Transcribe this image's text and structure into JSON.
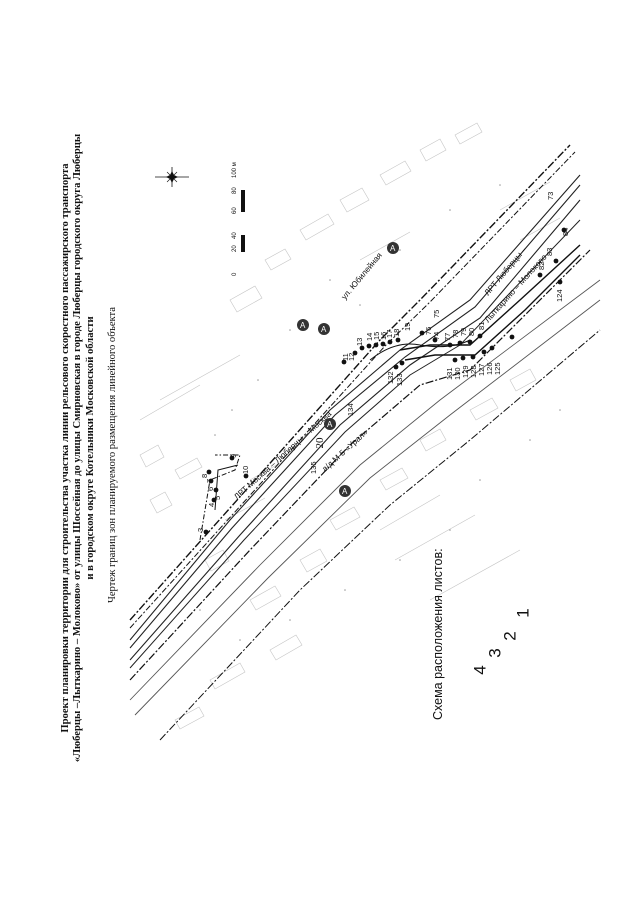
{
  "page_number": "20",
  "title": {
    "line1": "Проект планировки территории для строительства участка линии рельсового скоростного пассажирского транспорта",
    "line2": "«Люберцы –Лыткарино – Молоково» от улицы Шоссейная до улицы Смирновская в городе Люберцы городского округа Люберцы",
    "line3": "и в городском округе Котельники Московской области",
    "subtitle": "Чертеж границ зон планируемого размещения линейного объекта"
  },
  "scale_bar": {
    "ticks": [
      "0",
      "20",
      "40",
      "60",
      "80",
      "100 м"
    ]
  },
  "labels": {
    "street_yubileynaya": "ул. Юбилейная",
    "rail_moscow": "ЛРТ Москва – Люберцы – Москва",
    "rail_lyubertsy": "ЛРТ Люберцы –",
    "rail_lytkarino": "Лыткарино – Молоково",
    "highway_m5": "а/д М-5 «Урал»",
    "marker": "А"
  },
  "points": {
    "upper_left": [
      "3",
      "4",
      "5",
      "6",
      "7",
      "8",
      "9",
      "10"
    ],
    "upper_mid": [
      "11",
      "12",
      "13",
      "14",
      "15",
      "16",
      "17",
      "18",
      "19"
    ],
    "upper_right": [
      "73",
      "74",
      "75",
      "76",
      "77",
      "78",
      "79",
      "80",
      "81",
      "82",
      "83",
      "84"
    ],
    "lower": [
      "124",
      "125",
      "126",
      "127",
      "128",
      "129",
      "130",
      "131",
      "132",
      "133",
      "134",
      "135"
    ]
  },
  "sheet_scheme": {
    "title": "Схема расположения листов:",
    "sheets": [
      "4",
      "3",
      "2",
      "1"
    ]
  }
}
